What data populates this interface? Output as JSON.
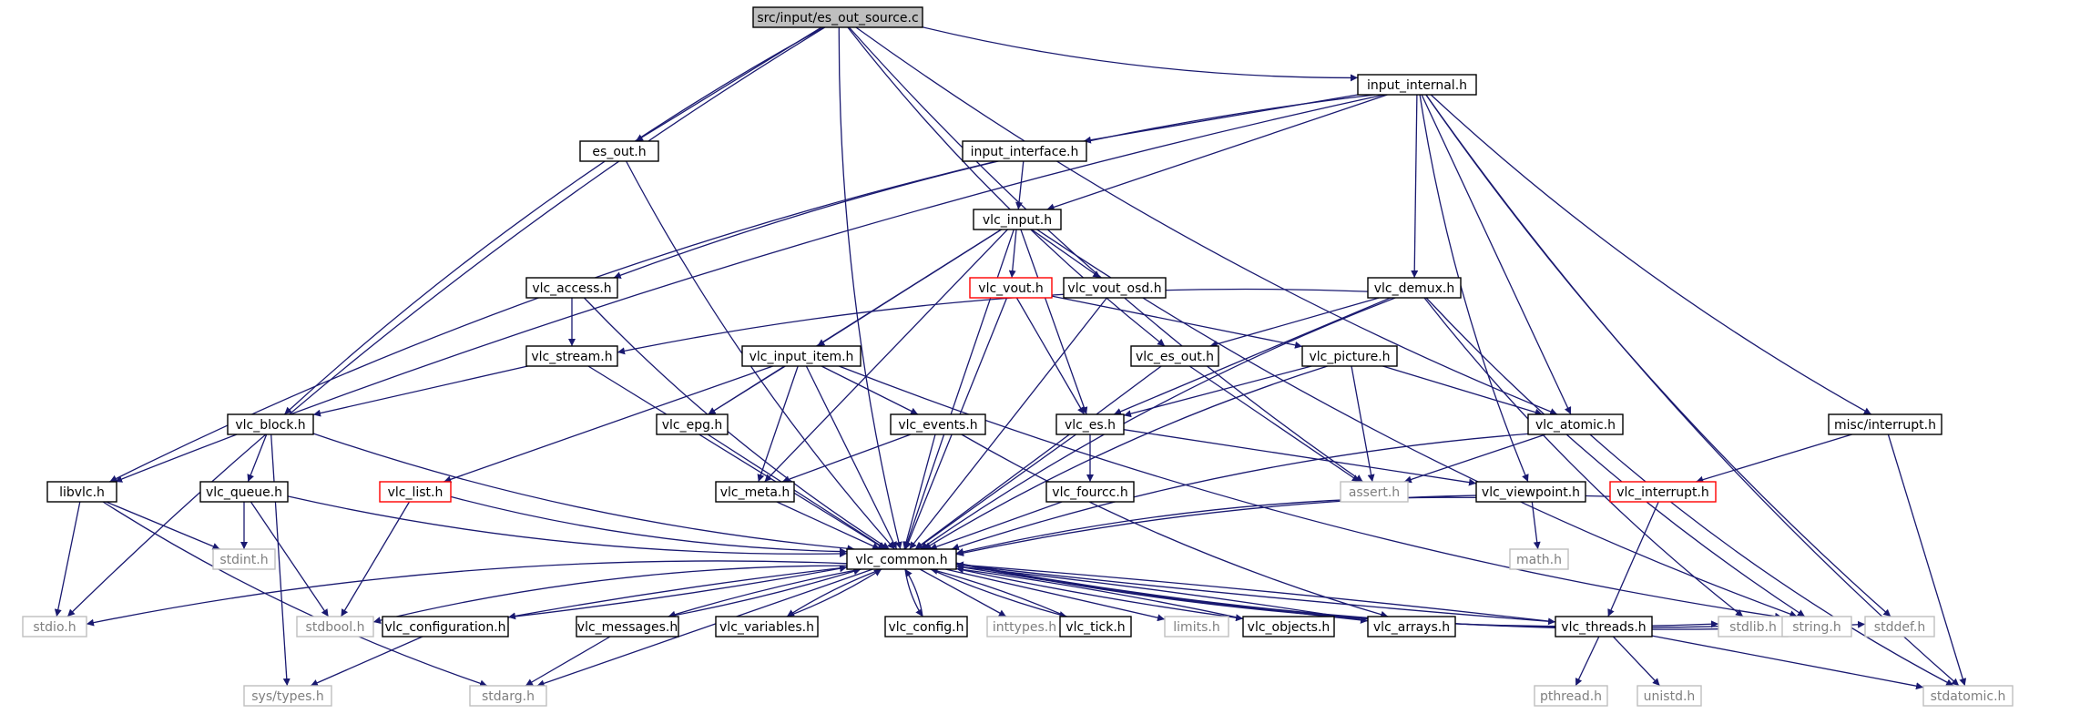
{
  "title": "src/input/es_out_source.c",
  "colors": {
    "edge": "#191970",
    "node_border": "#000000",
    "unlinked_border": "#bfbfbf",
    "truncated_border": "#ff0000",
    "root_fill": "#bfbfbf",
    "node_fill": "#ffffff",
    "unlinked_text": "#7f7f7f"
  },
  "nodes": [
    {
      "id": "src",
      "label": "src/input/es_out_source.c",
      "kind": "root"
    },
    {
      "id": "input_internal",
      "label": "input_internal.h",
      "kind": "normal"
    },
    {
      "id": "es_out",
      "label": "es_out.h",
      "kind": "normal"
    },
    {
      "id": "input_interface",
      "label": "input_interface.h",
      "kind": "normal"
    },
    {
      "id": "vlc_input",
      "label": "vlc_input.h",
      "kind": "normal"
    },
    {
      "id": "vlc_access",
      "label": "vlc_access.h",
      "kind": "normal"
    },
    {
      "id": "vlc_vout",
      "label": "vlc_vout.h",
      "kind": "truncated"
    },
    {
      "id": "vlc_vout_osd",
      "label": "vlc_vout_osd.h",
      "kind": "normal"
    },
    {
      "id": "vlc_demux",
      "label": "vlc_demux.h",
      "kind": "normal"
    },
    {
      "id": "vlc_stream",
      "label": "vlc_stream.h",
      "kind": "normal"
    },
    {
      "id": "vlc_input_item",
      "label": "vlc_input_item.h",
      "kind": "normal"
    },
    {
      "id": "vlc_es_out",
      "label": "vlc_es_out.h",
      "kind": "normal"
    },
    {
      "id": "vlc_picture",
      "label": "vlc_picture.h",
      "kind": "normal"
    },
    {
      "id": "vlc_block",
      "label": "vlc_block.h",
      "kind": "normal"
    },
    {
      "id": "vlc_epg",
      "label": "vlc_epg.h",
      "kind": "normal"
    },
    {
      "id": "vlc_events",
      "label": "vlc_events.h",
      "kind": "normal"
    },
    {
      "id": "vlc_es",
      "label": "vlc_es.h",
      "kind": "normal"
    },
    {
      "id": "vlc_atomic",
      "label": "vlc_atomic.h",
      "kind": "normal"
    },
    {
      "id": "misc_interrupt",
      "label": "misc/interrupt.h",
      "kind": "normal"
    },
    {
      "id": "libvlc",
      "label": "libvlc.h",
      "kind": "normal"
    },
    {
      "id": "vlc_queue",
      "label": "vlc_queue.h",
      "kind": "normal"
    },
    {
      "id": "vlc_list",
      "label": "vlc_list.h",
      "kind": "truncated"
    },
    {
      "id": "vlc_meta",
      "label": "vlc_meta.h",
      "kind": "normal"
    },
    {
      "id": "vlc_fourcc",
      "label": "vlc_fourcc.h",
      "kind": "normal"
    },
    {
      "id": "assert",
      "label": "assert.h",
      "kind": "unlinked"
    },
    {
      "id": "vlc_viewpoint",
      "label": "vlc_viewpoint.h",
      "kind": "normal"
    },
    {
      "id": "vlc_interrupt",
      "label": "vlc_interrupt.h",
      "kind": "truncated"
    },
    {
      "id": "stdint",
      "label": "stdint.h",
      "kind": "unlinked"
    },
    {
      "id": "vlc_common",
      "label": "vlc_common.h",
      "kind": "normal"
    },
    {
      "id": "math",
      "label": "math.h",
      "kind": "unlinked"
    },
    {
      "id": "stdio",
      "label": "stdio.h",
      "kind": "unlinked"
    },
    {
      "id": "stdbool",
      "label": "stdbool.h",
      "kind": "unlinked"
    },
    {
      "id": "vlc_configuration",
      "label": "vlc_configuration.h",
      "kind": "normal"
    },
    {
      "id": "vlc_messages",
      "label": "vlc_messages.h",
      "kind": "normal"
    },
    {
      "id": "vlc_variables",
      "label": "vlc_variables.h",
      "kind": "normal"
    },
    {
      "id": "vlc_config",
      "label": "vlc_config.h",
      "kind": "normal"
    },
    {
      "id": "inttypes",
      "label": "inttypes.h",
      "kind": "unlinked"
    },
    {
      "id": "vlc_tick",
      "label": "vlc_tick.h",
      "kind": "normal"
    },
    {
      "id": "limits",
      "label": "limits.h",
      "kind": "unlinked"
    },
    {
      "id": "vlc_objects",
      "label": "vlc_objects.h",
      "kind": "normal"
    },
    {
      "id": "vlc_arrays",
      "label": "vlc_arrays.h",
      "kind": "normal"
    },
    {
      "id": "vlc_threads",
      "label": "vlc_threads.h",
      "kind": "normal"
    },
    {
      "id": "stdlib",
      "label": "stdlib.h",
      "kind": "unlinked"
    },
    {
      "id": "string",
      "label": "string.h",
      "kind": "unlinked"
    },
    {
      "id": "stddef",
      "label": "stddef.h",
      "kind": "unlinked"
    },
    {
      "id": "sys_types",
      "label": "sys/types.h",
      "kind": "unlinked"
    },
    {
      "id": "stdarg",
      "label": "stdarg.h",
      "kind": "unlinked"
    },
    {
      "id": "pthread",
      "label": "pthread.h",
      "kind": "unlinked"
    },
    {
      "id": "unistd",
      "label": "unistd.h",
      "kind": "unlinked"
    },
    {
      "id": "stdatomic",
      "label": "stdatomic.h",
      "kind": "unlinked"
    }
  ],
  "edges": [
    [
      "src",
      "input_internal"
    ],
    [
      "src",
      "es_out"
    ],
    [
      "src",
      "vlc_block"
    ],
    [
      "src",
      "vlc_common"
    ],
    [
      "src",
      "stdio"
    ],
    [
      "src",
      "vlc_es_out"
    ],
    [
      "src",
      "vlc_atomic"
    ],
    [
      "src",
      "assert"
    ],
    [
      "input_internal",
      "input_interface"
    ],
    [
      "input_internal",
      "vlc_input"
    ],
    [
      "input_internal",
      "vlc_access"
    ],
    [
      "input_internal",
      "libvlc"
    ],
    [
      "input_internal",
      "vlc_demux"
    ],
    [
      "input_internal",
      "vlc_atomic"
    ],
    [
      "input_internal",
      "vlc_viewpoint"
    ],
    [
      "input_internal",
      "misc_interrupt"
    ],
    [
      "input_internal",
      "stddef"
    ],
    [
      "input_internal",
      "stdatomic"
    ],
    [
      "es_out",
      "vlc_common"
    ],
    [
      "input_interface",
      "vlc_input"
    ],
    [
      "input_interface",
      "libvlc"
    ],
    [
      "vlc_input",
      "vlc_vout"
    ],
    [
      "vlc_input",
      "vlc_vout_osd"
    ],
    [
      "vlc_input",
      "vlc_input_item"
    ],
    [
      "vlc_input",
      "vlc_epg"
    ],
    [
      "vlc_input",
      "vlc_meta"
    ],
    [
      "vlc_input",
      "vlc_es"
    ],
    [
      "vlc_input",
      "vlc_common"
    ],
    [
      "vlc_input",
      "string"
    ],
    [
      "vlc_access",
      "vlc_stream"
    ],
    [
      "vlc_access",
      "vlc_common"
    ],
    [
      "vlc_vout",
      "vlc_picture"
    ],
    [
      "vlc_vout",
      "vlc_es"
    ],
    [
      "vlc_vout",
      "vlc_common"
    ],
    [
      "vlc_vout_osd",
      "vlc_common"
    ],
    [
      "vlc_demux",
      "vlc_stream"
    ],
    [
      "vlc_demux",
      "vlc_es_out"
    ],
    [
      "vlc_demux",
      "vlc_es"
    ],
    [
      "vlc_demux",
      "vlc_common"
    ],
    [
      "vlc_demux",
      "string"
    ],
    [
      "vlc_demux",
      "stdlib"
    ],
    [
      "vlc_stream",
      "vlc_block"
    ],
    [
      "vlc_stream",
      "vlc_common"
    ],
    [
      "vlc_input_item",
      "vlc_epg"
    ],
    [
      "vlc_input_item",
      "vlc_events"
    ],
    [
      "vlc_input_item",
      "vlc_meta"
    ],
    [
      "vlc_input_item",
      "vlc_list"
    ],
    [
      "vlc_input_item",
      "vlc_common"
    ],
    [
      "vlc_input_item",
      "string"
    ],
    [
      "vlc_es_out",
      "vlc_common"
    ],
    [
      "vlc_es_out",
      "assert"
    ],
    [
      "vlc_picture",
      "vlc_es"
    ],
    [
      "vlc_picture",
      "vlc_atomic"
    ],
    [
      "vlc_picture",
      "vlc_common"
    ],
    [
      "vlc_picture",
      "assert"
    ],
    [
      "vlc_block",
      "vlc_queue"
    ],
    [
      "vlc_block",
      "vlc_common"
    ],
    [
      "vlc_block",
      "sys_types"
    ],
    [
      "vlc_epg",
      "vlc_common"
    ],
    [
      "vlc_events",
      "vlc_meta"
    ],
    [
      "vlc_events",
      "vlc_common"
    ],
    [
      "vlc_events",
      "vlc_arrays"
    ],
    [
      "vlc_es",
      "vlc_fourcc"
    ],
    [
      "vlc_es",
      "vlc_viewpoint"
    ],
    [
      "vlc_es",
      "vlc_common"
    ],
    [
      "vlc_atomic",
      "vlc_common"
    ],
    [
      "vlc_atomic",
      "assert"
    ],
    [
      "vlc_atomic",
      "stdatomic"
    ],
    [
      "misc_interrupt",
      "vlc_interrupt"
    ],
    [
      "misc_interrupt",
      "stdatomic"
    ],
    [
      "libvlc",
      "stdio"
    ],
    [
      "libvlc",
      "stdint"
    ],
    [
      "libvlc",
      "stdarg"
    ],
    [
      "vlc_queue",
      "stdint"
    ],
    [
      "vlc_queue",
      "stdbool"
    ],
    [
      "vlc_queue",
      "vlc_common"
    ],
    [
      "vlc_list",
      "stdbool"
    ],
    [
      "vlc_list",
      "vlc_common"
    ],
    [
      "vlc_meta",
      "vlc_common"
    ],
    [
      "vlc_fourcc",
      "vlc_common"
    ],
    [
      "vlc_viewpoint",
      "vlc_common"
    ],
    [
      "vlc_viewpoint",
      "math"
    ],
    [
      "vlc_interrupt",
      "vlc_common"
    ],
    [
      "vlc_interrupt",
      "vlc_threads"
    ],
    [
      "vlc_common",
      "stdio"
    ],
    [
      "vlc_common",
      "stdbool"
    ],
    [
      "vlc_common",
      "vlc_configuration"
    ],
    [
      "vlc_common",
      "vlc_messages"
    ],
    [
      "vlc_common",
      "vlc_variables"
    ],
    [
      "vlc_common",
      "vlc_config"
    ],
    [
      "vlc_common",
      "inttypes"
    ],
    [
      "vlc_common",
      "vlc_tick"
    ],
    [
      "vlc_common",
      "limits"
    ],
    [
      "vlc_common",
      "vlc_objects"
    ],
    [
      "vlc_common",
      "vlc_arrays"
    ],
    [
      "vlc_common",
      "vlc_threads"
    ],
    [
      "vlc_common",
      "stdlib"
    ],
    [
      "vlc_common",
      "string"
    ],
    [
      "vlc_common",
      "stddef"
    ],
    [
      "vlc_common",
      "stdarg"
    ],
    [
      "vlc_configuration",
      "vlc_common"
    ],
    [
      "vlc_configuration",
      "sys_types"
    ],
    [
      "vlc_messages",
      "vlc_common"
    ],
    [
      "vlc_messages",
      "stdarg"
    ],
    [
      "vlc_variables",
      "vlc_common"
    ],
    [
      "vlc_config",
      "vlc_common"
    ],
    [
      "vlc_tick",
      "vlc_common"
    ],
    [
      "vlc_objects",
      "vlc_common"
    ],
    [
      "vlc_arrays",
      "vlc_common"
    ],
    [
      "vlc_threads",
      "vlc_common"
    ],
    [
      "vlc_threads",
      "pthread"
    ],
    [
      "vlc_threads",
      "unistd"
    ],
    [
      "vlc_threads",
      "stdatomic"
    ]
  ]
}
